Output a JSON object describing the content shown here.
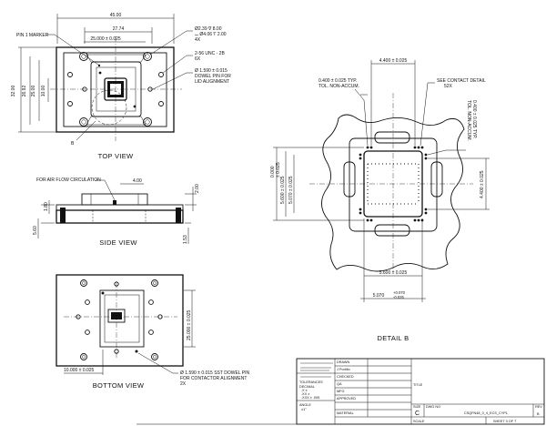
{
  "top_view": {
    "label": "TOP VIEW",
    "dim_width_overall": "45.00",
    "dim_width_inner": "27.74",
    "dim_width_center": "25.000 ± 0.025",
    "dim_height_overall": "32.00",
    "dim_height_1": "26.92",
    "dim_height_2": "25.00",
    "dim_height_3": "10.00",
    "pin1_label": "PIN 1 MARKER",
    "callout_hole_1": "Ø2.39 ∇ 8.00",
    "callout_hole_2": "⌴ Ø4.06 ∇ 2.00",
    "callout_hole_qty": "4X",
    "callout_thread": "2-56 UNC - 2B",
    "callout_thread_qty": "6X",
    "callout_dowel_1": "Ø 1.590 ± 0.015",
    "callout_dowel_2": "DOWEL PIN FOR",
    "callout_dowel_3": "LID ALIGNMENT",
    "detail_marker": "B"
  },
  "side_view": {
    "label": "SIDE VIEW",
    "airflow_label": "FOR AIR FLOW CIRCULATION",
    "dim_top": "4.00",
    "dim_right": "2.00",
    "dim_left_1": "1.80",
    "dim_left_2": "5.60",
    "dim_bottom_right": "1.53"
  },
  "bottom_view": {
    "label": "BOTTOM VIEW",
    "dim_height": "25.000 ± 0.025",
    "dim_offset": "10.000 ± 0.025",
    "callout_1": "Ø 1.590 ± 0.015 SST DOWEL PIN",
    "callout_2": "FOR CONTACTOR ALIGNMENT",
    "callout_qty": "2X"
  },
  "detail_b": {
    "label": "DETAIL  B",
    "dim_top": "4.400 ± 0.025",
    "pitch_1": "0.400 ± 0.025 TYP.",
    "pitch_2": "TOL. NON-ACCUM.",
    "contact_1": "SEE CONTACT DETAIL",
    "contact_2": "52X",
    "right_pitch_1": "0.400 ± 0.025 TYP.",
    "right_pitch_2": "TOL. NON-ACCUM.",
    "dim_right": "4.400 ± 0.025",
    "dim_left_1": "0.000",
    "dim_left_2": "± 0.025",
    "dim_left_3": "5.600 ± 0.025",
    "dim_left_4": "5.070 ± 0.025",
    "dim_bottom_1": "5.600 ± 0.025",
    "dim_bottom_2": "5.070",
    "dim_bottom_3": "+0.070",
    "dim_bottom_4": "-0.025"
  },
  "title_block": {
    "drawn_label": "DRAWN",
    "drawn_value": "J Portillo",
    "checked_label": "CHECKED",
    "qa_label": "QA",
    "mfg_label": "MFG",
    "approved_label": "APPROVED",
    "material_label": "MATERIAL",
    "title_label": "TITLE",
    "size_label": "SIZE",
    "size_value": "C",
    "dwg_label": "DWG NO",
    "dwg_value": "CSQFN48_0_4_ECS_CYP1",
    "rev_label": "REV",
    "rev_value": "B",
    "scale_label": "SCALE",
    "sheet_value": "SHEET 3 OF 7",
    "tolerances_label": "TOLERANCES",
    "decimal_label": "DECIMAL",
    "angle_label": "ANGLE",
    "decimal_1": ".X  ±",
    "decimal_2": ".XX  ±",
    "decimal_3": ".XXX  ± .005",
    "angle_value": "±1°"
  }
}
